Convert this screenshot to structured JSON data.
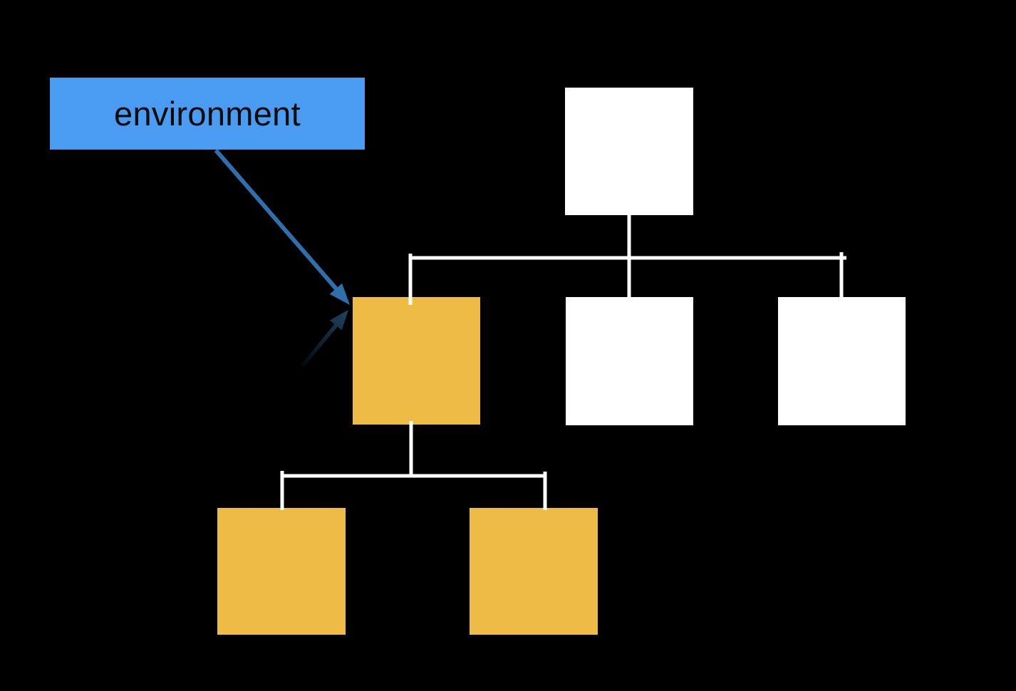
{
  "colors": {
    "background": "#000000",
    "node_white": "#FFFFFF",
    "node_highlight_orange": "#EEBB44",
    "connector_white": "#FFFFFF",
    "callout_blue": "#4A9CF3",
    "callout_text": "#0A0A0A",
    "arrow_blue": "#2F6FAC",
    "reflection_navy": "#1E4061"
  },
  "annotation": {
    "label": "environment",
    "points_to": "middle-left-node"
  },
  "tree": {
    "nodes": [
      {
        "name": "root",
        "row": "top",
        "highlighted": false,
        "color": "#FFFFFF"
      },
      {
        "name": "child-left",
        "row": "middle",
        "highlighted": true,
        "color": "#EEBB44"
      },
      {
        "name": "child-center",
        "row": "middle",
        "highlighted": false,
        "color": "#FFFFFF"
      },
      {
        "name": "child-right",
        "row": "middle",
        "highlighted": false,
        "color": "#FFFFFF"
      },
      {
        "name": "grandchild-left",
        "row": "bottom",
        "highlighted": true,
        "color": "#EEBB44"
      },
      {
        "name": "grandchild-right",
        "row": "bottom",
        "highlighted": true,
        "color": "#EEBB44"
      }
    ],
    "edges": [
      {
        "from": "root",
        "to": "child-left"
      },
      {
        "from": "root",
        "to": "child-center"
      },
      {
        "from": "root",
        "to": "child-right"
      },
      {
        "from": "child-left",
        "to": "grandchild-left"
      },
      {
        "from": "child-left",
        "to": "grandchild-right"
      }
    ]
  }
}
